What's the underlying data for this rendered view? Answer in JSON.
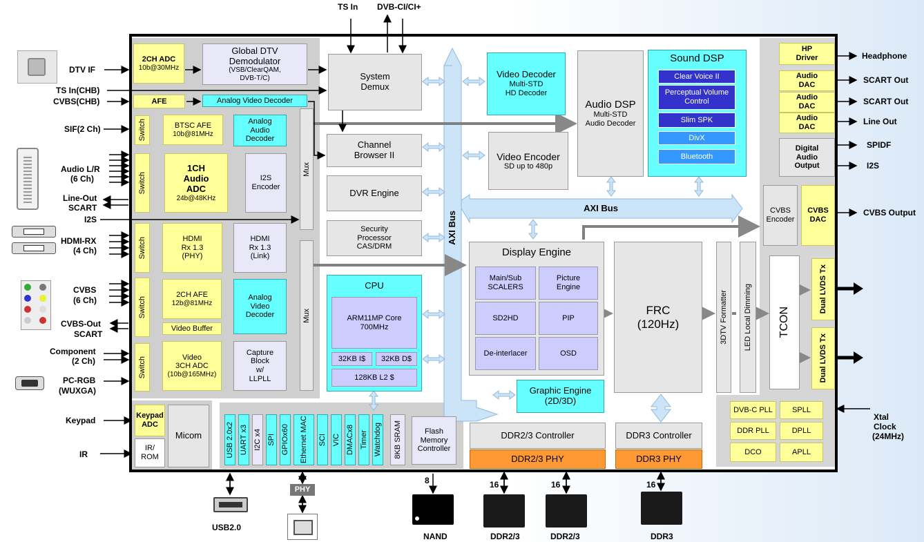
{
  "top_labels": {
    "ts_in": "TS In",
    "dvb_ci": "DVB-CI/CI+"
  },
  "left_labels": {
    "dtv_if": "DTV IF",
    "ts_in_chb": "TS In(CHB)",
    "cvbs_chb": "CVBS(CHB)",
    "sif": "SIF(2 Ch)",
    "audio_lr": "Audio L/R",
    "audio_lr_ch": "(6 Ch)",
    "line_out": "Line-Out",
    "scart1": "SCART",
    "i2s": "I2S",
    "hdmi_rx": "HDMI-RX",
    "hdmi_ch": "(4 Ch)",
    "cvbs": "CVBS",
    "cvbs_ch": "(6 Ch)",
    "cvbs_out": "CVBS-Out",
    "scart2": "SCART",
    "component": "Component",
    "component_ch": "(2 Ch)",
    "pc_rgb": "PC-RGB",
    "wuxga": "(WUXGA)",
    "keypad": "Keypad",
    "ir": "IR"
  },
  "right_labels": {
    "headphone": "Headphone",
    "scart_out1": "SCART Out",
    "scart_out2": "SCART Out",
    "line_out": "Line Out",
    "spidf": "SPIDF",
    "i2s": "I2S",
    "cvbs_output": "CVBS Output",
    "xtal": "Xtal",
    "clock": "Clock",
    "clock_freq": "(24MHz)"
  },
  "bottom_labels": {
    "usb": "USB2.0",
    "phy": "PHY",
    "nand": "NAND",
    "ddr23_a": "DDR2/3",
    "ddr23_b": "DDR2/3",
    "ddr3": "DDR3",
    "bus8": "8",
    "bus16a": "16",
    "bus16b": "16",
    "bus16c": "16"
  },
  "blocks": {
    "adc2ch": {
      "title": "2CH ADC",
      "sub": "10b@30MHz"
    },
    "demod": {
      "title": "Global DTV",
      "title2": "Demodulator",
      "sub": "(VSB/ClearQAM,",
      "sub2": "DVB-T/C)"
    },
    "afe": "AFE",
    "avd_top": "Analog Video Decoder",
    "switch": "Switch",
    "btsc": {
      "title": "BTSC AFE",
      "sub": "10b@81MHz"
    },
    "aad": {
      "l1": "Analog",
      "l2": "Audio",
      "l3": "Decoder"
    },
    "audio_adc": {
      "l1": "1CH",
      "l2": "Audio",
      "l3": "ADC",
      "sub": "24b@48KHz"
    },
    "i2s_enc": {
      "l1": "I2S",
      "l2": "Encoder"
    },
    "mux": "Mux",
    "hdmi_phy": {
      "l1": "HDMI",
      "l2": "Rx 1.3",
      "l3": "(PHY)"
    },
    "hdmi_link": {
      "l1": "HDMI",
      "l2": "Rx 1.3",
      "l3": "(Link)"
    },
    "afe2ch": {
      "title": "2CH AFE",
      "sub": "12b@81MHz"
    },
    "avd": {
      "l1": "Analog",
      "l2": "Video",
      "l3": "Decoder"
    },
    "vbuf": "Video Buffer",
    "vadc": {
      "l1": "Video",
      "l2": "3CH ADC",
      "sub": "(10b@165MHz)"
    },
    "capture": {
      "l1": "Capture",
      "l2": "Block",
      "l3": "w/",
      "l4": "LLPLL"
    },
    "keypad_adc": {
      "l1": "Keypad",
      "l2": "ADC"
    },
    "ir_rom": {
      "l1": "IR/",
      "l2": "ROM"
    },
    "micom": "Micom",
    "sys_demux": {
      "l1": "System",
      "l2": "Demux"
    },
    "ch_browser": {
      "l1": "Channel",
      "l2": "Browser II"
    },
    "dvr": "DVR Engine",
    "security": {
      "l1": "Security",
      "l2": "Processor",
      "l3": "CAS/DRM"
    },
    "cpu": "CPU",
    "arm": {
      "l1": "ARM11MP Core",
      "l2": "700MHz"
    },
    "icache": "32KB I$",
    "dcache": "32KB D$",
    "l2cache": "128KB L2 $",
    "axi_v": "AXI Bus",
    "axi_h": "AXI Bus",
    "vdec": {
      "title": "Video Decoder",
      "l2": "Multi-STD",
      "l3": "HD Decoder"
    },
    "venc": {
      "title": "Video Encoder",
      "sub": "SD up to 480p"
    },
    "adsp": {
      "title": "Audio DSP",
      "l2": "Multi-STD",
      "l3": "Audio Decoder"
    },
    "sdsp": {
      "title": "Sound DSP",
      "items": [
        "Clear Voice II",
        "Perceptual Volume Control",
        "Slim SPK",
        "DivX",
        "Bluetooth"
      ]
    },
    "display": {
      "title": "Display Engine",
      "cells": [
        "Main/Sub SCALERS",
        "Picture Engine",
        "SD2HD",
        "PIP",
        "De-interlacer",
        "OSD"
      ]
    },
    "frc": {
      "l1": "FRC",
      "l2": "(120Hz)"
    },
    "fmt3d": "3DTV Formatter",
    "led": "LED Local Dimming",
    "tcon": "TCON",
    "lvds1": "Dual LVDS Tx",
    "lvds2": "Dual LVDS Tx",
    "graphic": {
      "l1": "Graphic Engine",
      "l2": "(2D/3D)"
    },
    "hp_driver": {
      "l1": "HP",
      "l2": "Driver"
    },
    "dac1": {
      "l1": "Audio",
      "l2": "DAC"
    },
    "dac2": {
      "l1": "Audio",
      "l2": "DAC"
    },
    "dac3": {
      "l1": "Audio",
      "l2": "DAC"
    },
    "dig_audio": {
      "l1": "Digital",
      "l2": "Audio",
      "l3": "Output"
    },
    "cvbs_enc": {
      "l1": "CVBS",
      "l2": "Encoder"
    },
    "cvbs_dac": {
      "l1": "CVBS",
      "l2": "DAC"
    },
    "plls": [
      "DVB-C PLL",
      "SPLL",
      "DDR PLL",
      "DPLL",
      "DCO",
      "APLL"
    ],
    "periph": [
      "USB 2.0x2",
      "UART x3",
      "I2C x4",
      "SPI",
      "GPIOx60",
      "Ethernet MAC",
      "SCI",
      "VIC",
      "DMACx8",
      "Timer",
      "Watchdog",
      "8KB SRAM"
    ],
    "flash": {
      "l1": "Flash",
      "l2": "Memory",
      "l3": "Controller"
    },
    "ddr23_ctrl": "DDR2/3 Controller",
    "ddr23_phy": "DDR2/3 PHY",
    "ddr3_ctrl": "DDR3 Controller",
    "ddr3_phy": "DDR3 PHY"
  },
  "colors": {
    "yellow": "#ffff99",
    "cyan": "#66ffff",
    "gray": "#e6e6e6",
    "lavender": "#ccccff",
    "dsp_dark": "#3333cc",
    "dsp_light": "#3399ff",
    "orange": "#ff9933",
    "bus": "#cce4f7"
  }
}
